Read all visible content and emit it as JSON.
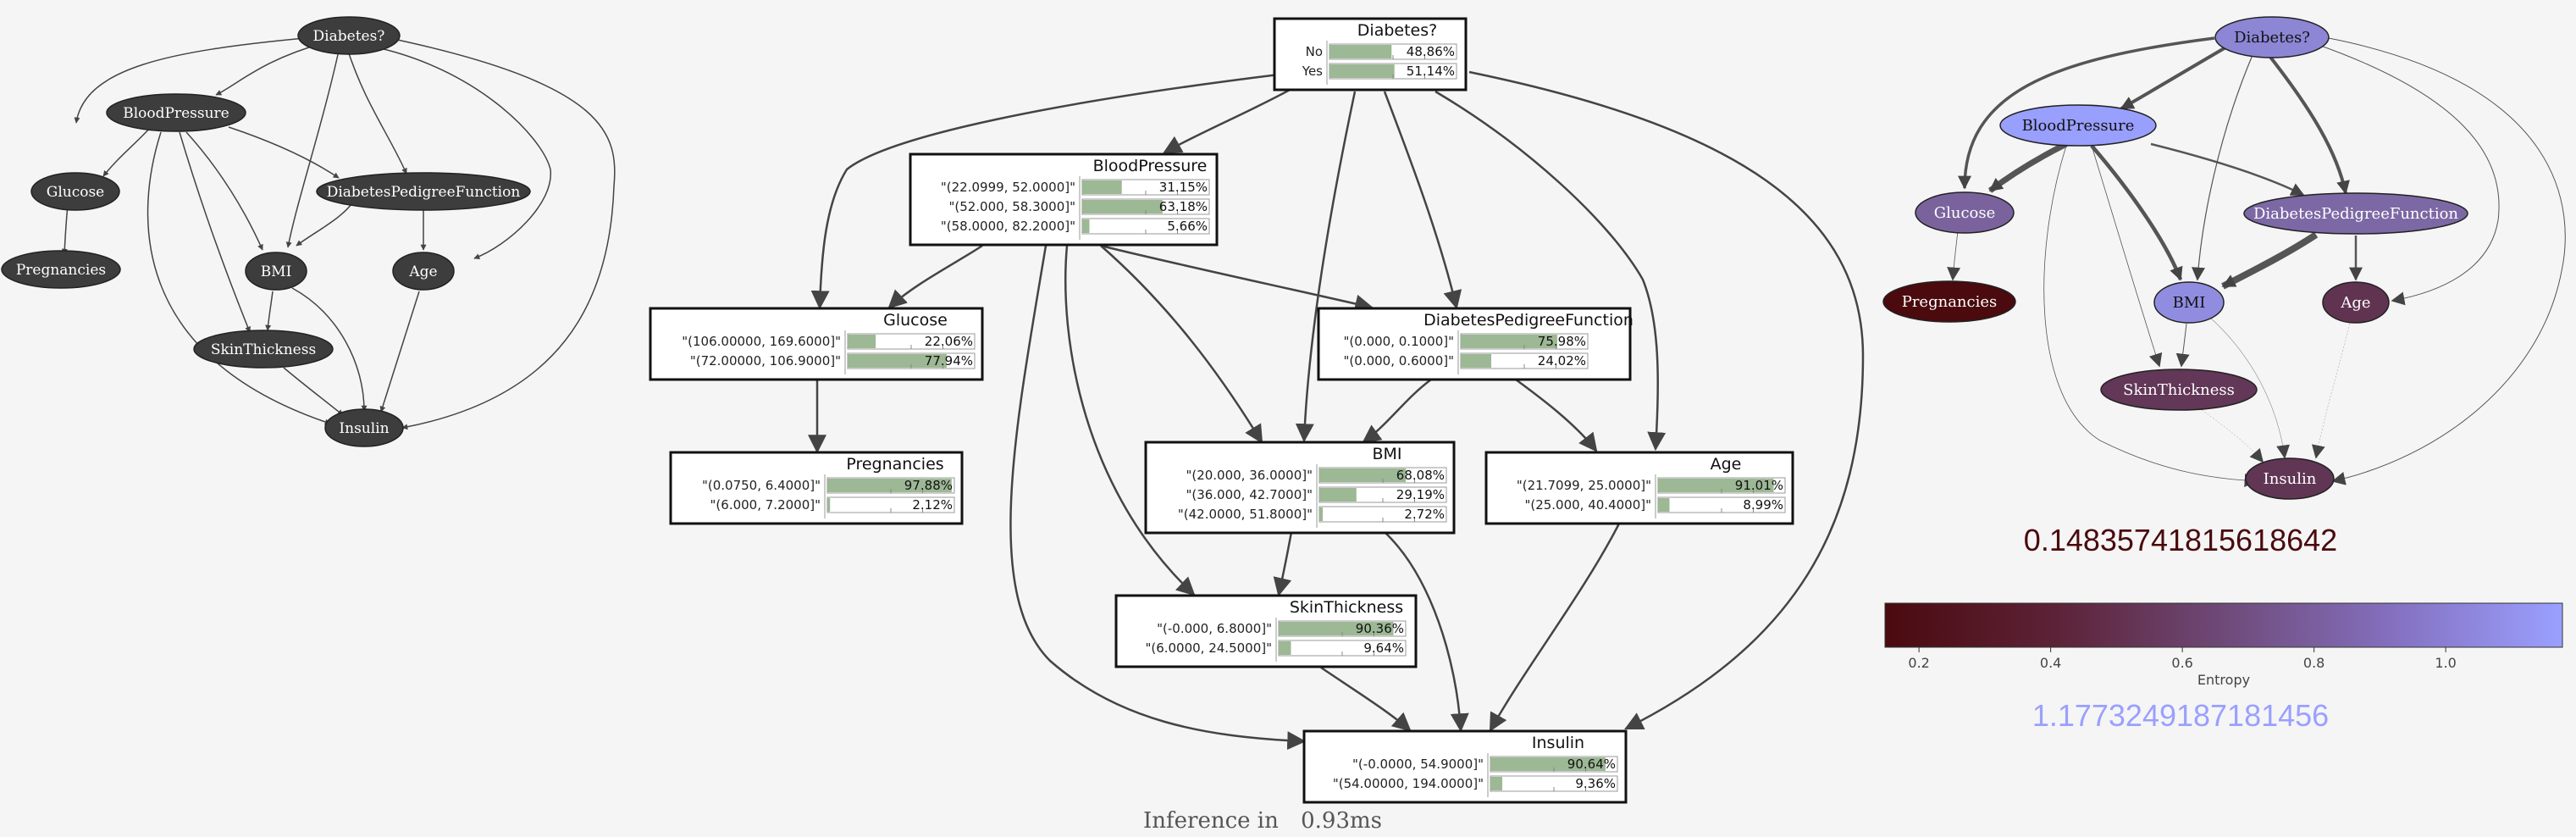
{
  "left_graph": {
    "nodes": [
      {
        "id": "diabetes",
        "label": "Diabetes?"
      },
      {
        "id": "bp",
        "label": "BloodPressure"
      },
      {
        "id": "glucose",
        "label": "Glucose"
      },
      {
        "id": "dpf",
        "label": "DiabetesPedigreeFunction"
      },
      {
        "id": "preg",
        "label": "Pregnancies"
      },
      {
        "id": "bmi",
        "label": "BMI"
      },
      {
        "id": "age",
        "label": "Age"
      },
      {
        "id": "skin",
        "label": "SkinThickness"
      },
      {
        "id": "insulin",
        "label": "Insulin"
      }
    ]
  },
  "center_graph": {
    "nodes": [
      {
        "id": "diabetes",
        "title": "Diabetes?",
        "rows": [
          {
            "label": "No",
            "value": 48.86,
            "text": "48.86%"
          },
          {
            "label": "Yes",
            "value": 51.14,
            "text": "51.14%"
          }
        ]
      },
      {
        "id": "bp",
        "title": "BloodPressure",
        "rows": [
          {
            "label": "\"(22.0999, 52.0000]\"",
            "value": 31.15,
            "text": "31.15%"
          },
          {
            "label": "\"(52.000, 58.3000]\"",
            "value": 63.18,
            "text": "63.18%"
          },
          {
            "label": "\"(58.0000, 82.2000]\"",
            "value": 5.66,
            "text": "5.66%"
          }
        ]
      },
      {
        "id": "glucose",
        "title": "Glucose",
        "rows": [
          {
            "label": "\"(106.00000, 169.6000]\"",
            "value": 22.06,
            "text": "22.06%"
          },
          {
            "label": "\"(72.00000, 106.9000]\"",
            "value": 77.94,
            "text": "77.94%"
          }
        ]
      },
      {
        "id": "dpf",
        "title": "DiabetesPedigreeFunction",
        "rows": [
          {
            "label": "\"(0.000, 0.1000]\"",
            "value": 75.98,
            "text": "75.98%"
          },
          {
            "label": "\"(0.000, 0.6000]\"",
            "value": 24.02,
            "text": "24.02%"
          }
        ]
      },
      {
        "id": "preg",
        "title": "Pregnancies",
        "rows": [
          {
            "label": "\"(0.0750, 6.4000]\"",
            "value": 97.88,
            "text": "97.88%"
          },
          {
            "label": "\"(6.000, 7.2000]\"",
            "value": 2.12,
            "text": "2.12%"
          }
        ]
      },
      {
        "id": "bmi",
        "title": "BMI",
        "rows": [
          {
            "label": "\"(20.000, 36.0000]\"",
            "value": 68.08,
            "text": "68.08%"
          },
          {
            "label": "\"(36.000, 42.7000]\"",
            "value": 29.19,
            "text": "29.19%"
          },
          {
            "label": "\"(42.0000, 51.8000]\"",
            "value": 2.72,
            "text": "2.72%"
          }
        ]
      },
      {
        "id": "age",
        "title": "Age",
        "rows": [
          {
            "label": "\"(21.7099, 25.0000]\"",
            "value": 91.01,
            "text": "91.01%"
          },
          {
            "label": "\"(25.000, 40.4000]\"",
            "value": 8.99,
            "text": "8.99%"
          }
        ]
      },
      {
        "id": "skin",
        "title": "SkinThickness",
        "rows": [
          {
            "label": "\"(-0.000, 6.8000]\"",
            "value": 90.36,
            "text": "90.36%"
          },
          {
            "label": "\"(6.0000, 24.5000]\"",
            "value": 9.64,
            "text": "9.64%"
          }
        ]
      },
      {
        "id": "insulin",
        "title": "Insulin",
        "rows": [
          {
            "label": "\"(-0.0000, 54.9000]\"",
            "value": 90.64,
            "text": "90.64%"
          },
          {
            "label": "\"(54.00000, 194.0000]\"",
            "value": 9.36,
            "text": "9.36%"
          }
        ]
      }
    ],
    "inference_label": "Inference in",
    "inference_time": "0.93ms"
  },
  "right_graph": {
    "nodes": [
      {
        "id": "diabetes",
        "label": "Diabetes?",
        "entropy": 0.999
      },
      {
        "id": "bp",
        "label": "BloodPressure",
        "entropy": 1.17
      },
      {
        "id": "glucose",
        "label": "Glucose",
        "entropy": 0.76
      },
      {
        "id": "dpf",
        "label": "DiabetesPedigreeFunction",
        "entropy": 0.79
      },
      {
        "id": "preg",
        "label": "Pregnancies",
        "entropy": 0.148
      },
      {
        "id": "bmi",
        "label": "BMI",
        "entropy": 1.05
      },
      {
        "id": "age",
        "label": "Age",
        "entropy": 0.43
      },
      {
        "id": "skin",
        "label": "SkinThickness",
        "entropy": 0.46
      },
      {
        "id": "insulin",
        "label": "Insulin",
        "entropy": 0.45
      }
    ],
    "min_entropy": "0.14835741815618642",
    "max_entropy": "1.1773249187181456",
    "colorbar": {
      "label": "Entropy",
      "ticks": [
        "0.2",
        "0.4",
        "0.6",
        "0.8",
        "1.0"
      ],
      "range": [
        0.1484,
        1.1773
      ],
      "colors": [
        "#4a0a0e",
        "#9aa0ff"
      ]
    }
  },
  "colors": {
    "background": "#f5f5f5",
    "dark_node": "#3d3d3d",
    "bar": "#9cb894",
    "edge": "#444444",
    "min_text": "#4a0a0e",
    "max_text": "#9aa0ff"
  }
}
